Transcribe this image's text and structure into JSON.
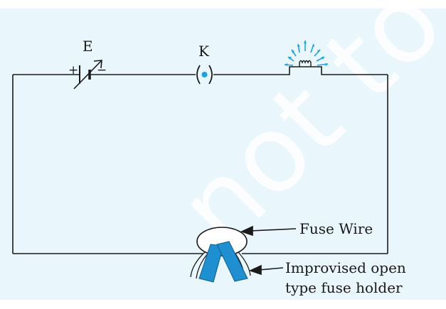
{
  "diagram": {
    "labels": {
      "battery": "E",
      "key": "K",
      "plus": "+",
      "minus": "−",
      "fuse_wire": "Fuse Wire",
      "holder_line1": "Improvised open",
      "holder_line2": "type fuse holder"
    },
    "watermark": "not to be",
    "colors": {
      "background": "#e9f6fb",
      "wire": "#1a1a1a",
      "accent_blue": "#1aa3dc",
      "holder_blue": "#1e8fd0"
    }
  }
}
